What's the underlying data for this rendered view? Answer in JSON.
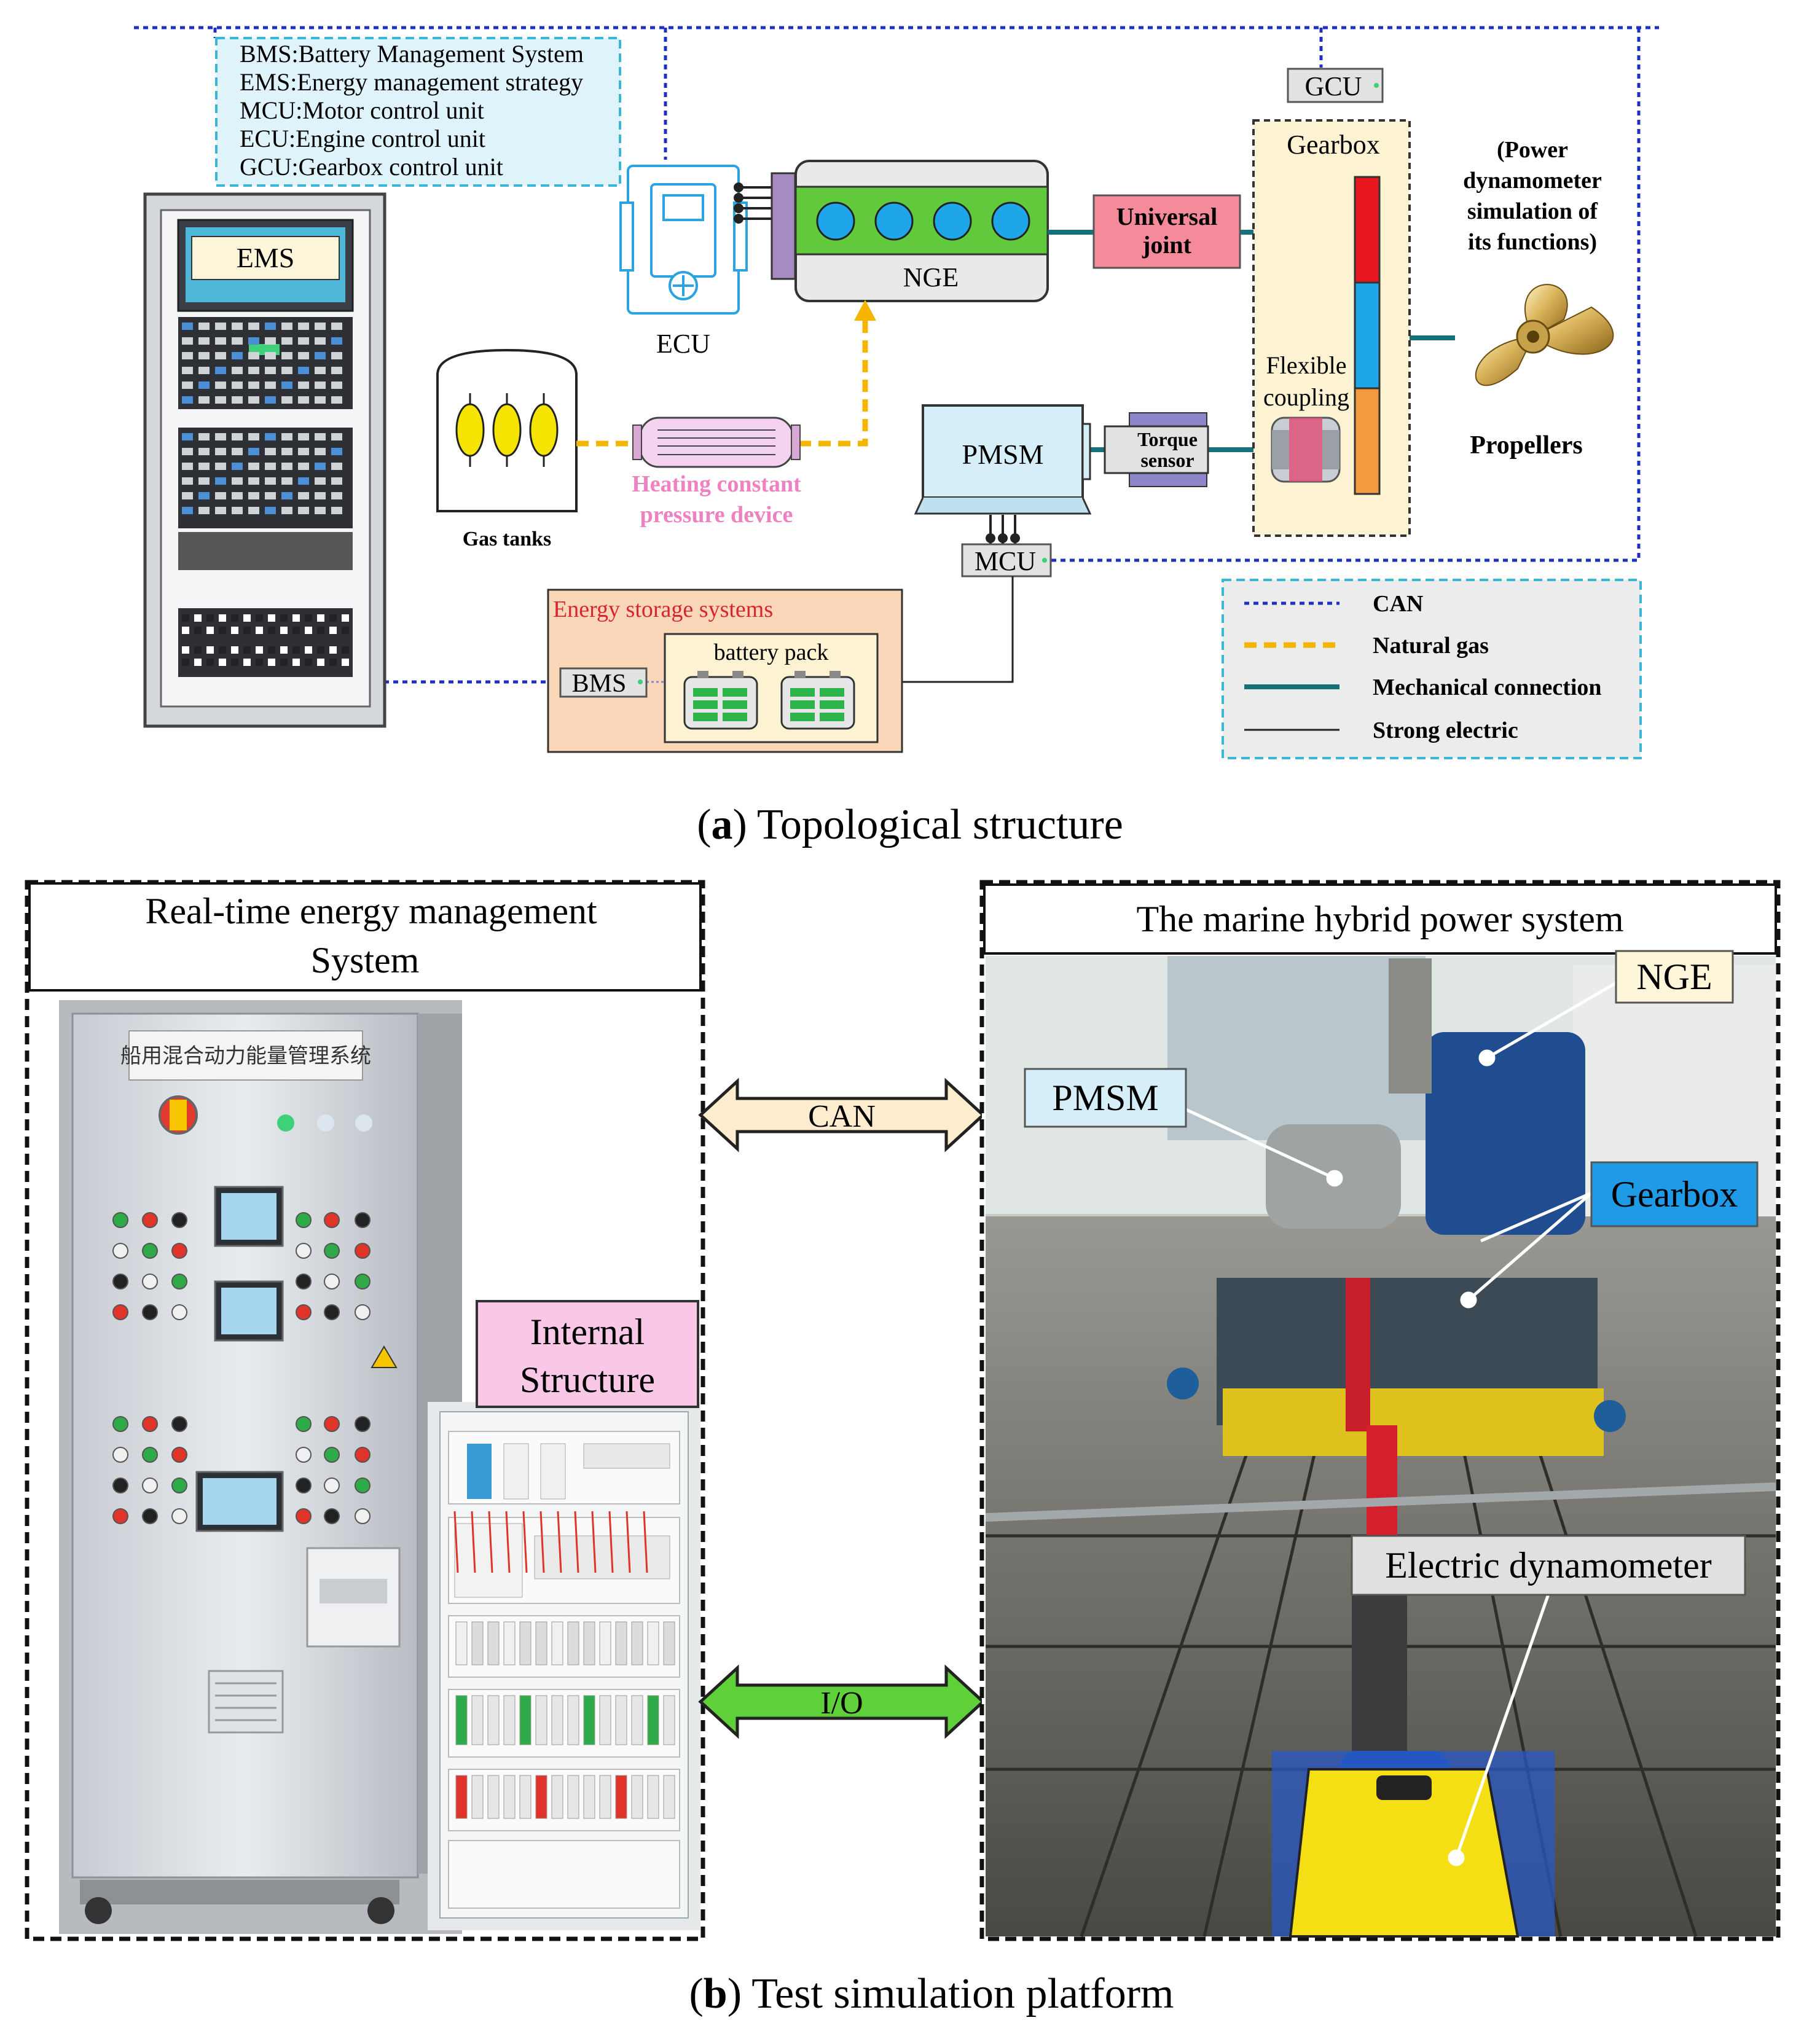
{
  "abbreviations": [
    "BMS:Battery Management System",
    "EMS:Energy management strategy",
    "MCU:Motor control unit",
    "ECU:Engine control unit",
    "GCU:Gearbox control unit"
  ],
  "topology": {
    "ems": "EMS",
    "ecu": "ECU",
    "nge": "NGE",
    "universal_joint": [
      "Universal",
      "joint"
    ],
    "gcu": "GCU",
    "gearbox": "Gearbox",
    "power_dyn_note": [
      "(Power",
      "dynamometer",
      "simulation of",
      "its functions)"
    ],
    "propellers": "Propellers",
    "gas_tanks": "Gas tanks",
    "heating_device": [
      "Heating constant",
      "pressure device"
    ],
    "pmsm": "PMSM",
    "torque_sensor": [
      "Torque",
      "sensor"
    ],
    "flexible_coupling": [
      "Flexible",
      "coupling"
    ],
    "mcu": "MCU",
    "energy_storage": "Energy storage systems",
    "battery_pack": "battery pack",
    "bms": "BMS"
  },
  "legend": {
    "items": [
      "CAN",
      "Natural gas",
      "Mechanical connection",
      "Strong electric"
    ]
  },
  "captions": {
    "a_letter": "a",
    "a_text": "Topological structure",
    "b_letter": "b",
    "b_text": "Test simulation platform"
  },
  "platform": {
    "left_title": [
      "Real-time energy management",
      "System"
    ],
    "cabinet_sign": "船用混合动力能量管理系统",
    "internal_structure": [
      "Internal",
      "Structure"
    ],
    "can_arrow": "CAN",
    "io_arrow": "I/O",
    "right_title": "The marine hybrid power system",
    "labels": {
      "nge": "NGE",
      "pmsm": "PMSM",
      "gearbox": "Gearbox",
      "electric_dyn": "Electric dynamometer"
    }
  },
  "colors": {
    "can_line": "#1f2fbf",
    "natural_gas": "#f4b400",
    "mechanical": "#17707a",
    "abbrev_fill": "#dff3fb",
    "nge_green": "#63c93c",
    "universal_fill": "#f58a9b",
    "storage_fill": "#fbd7b9",
    "pink_text": "#ee82c0",
    "cyan_dashed": "#3ab6d6",
    "gearbox_fill": "#fdf3d3",
    "can_arrow_fill": "#fdeccd",
    "io_arrow_fill": "#5fcf3a",
    "gearbox_label": "#1e9ae6",
    "pmsm_label": "#d5eef7",
    "nge_label": "#fdf6d8",
    "internal_label": "#f8c8e6"
  }
}
